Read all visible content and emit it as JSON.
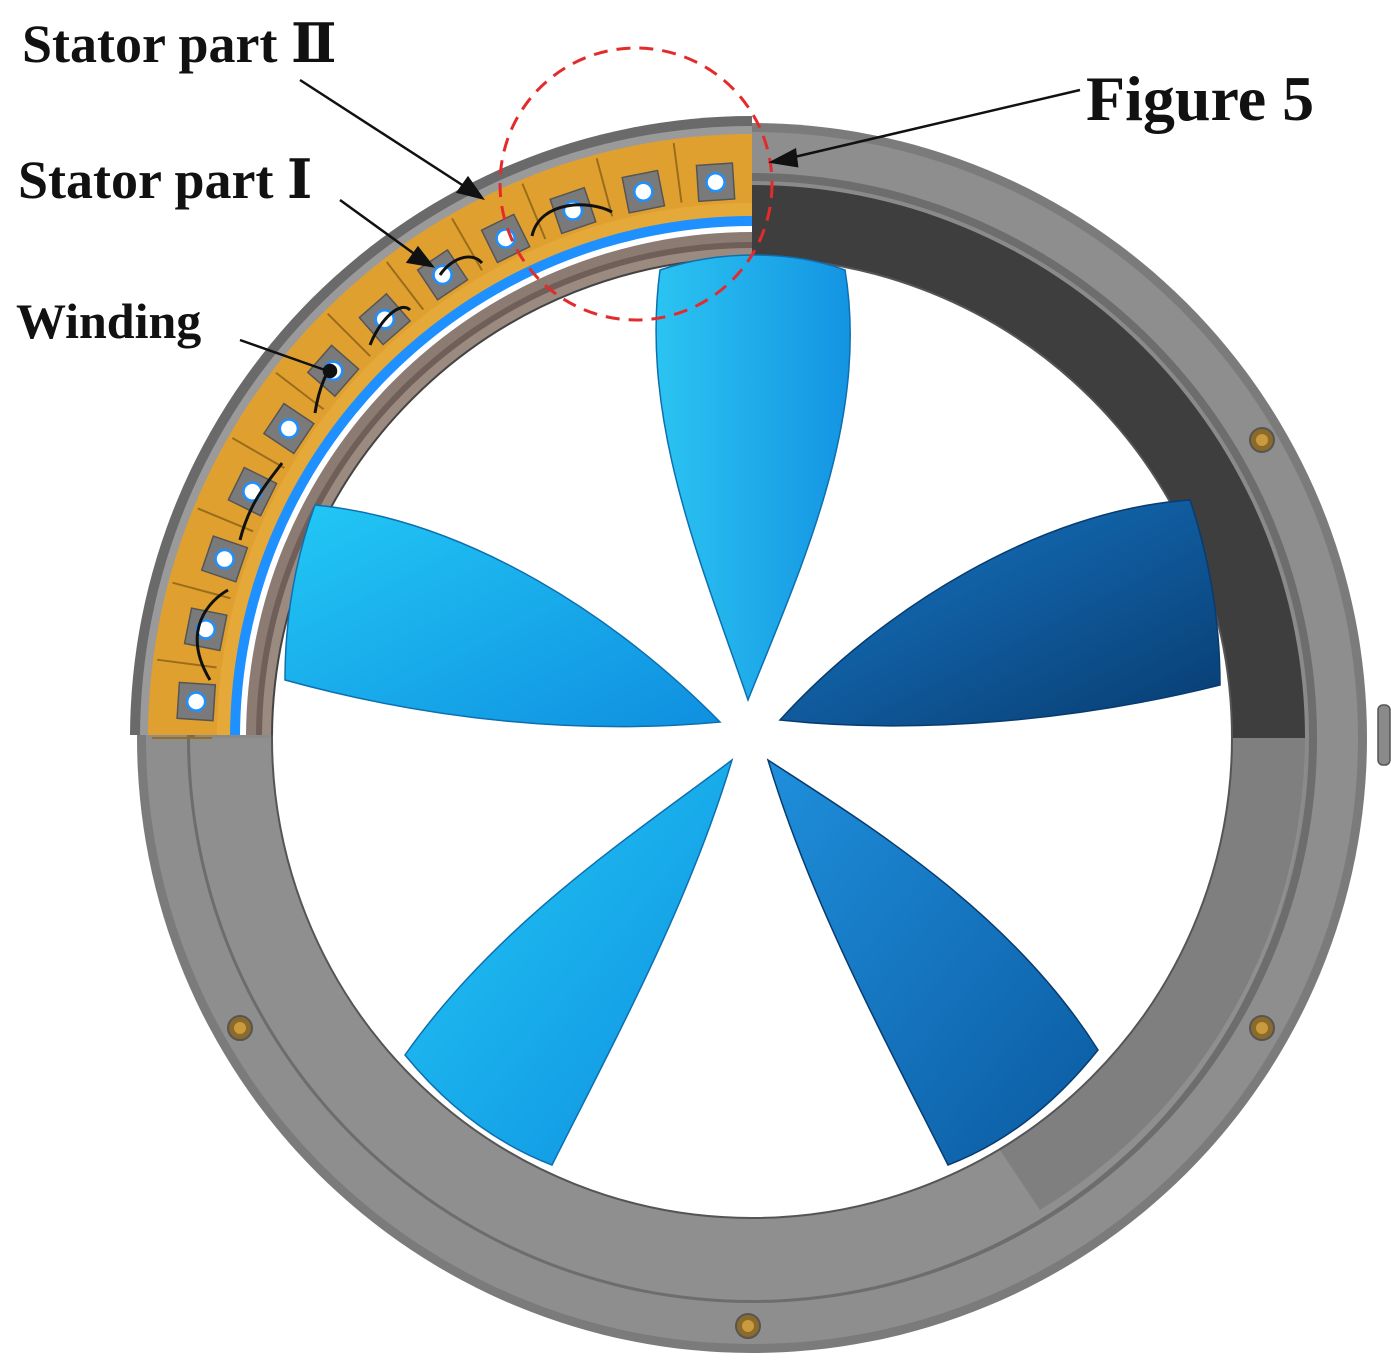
{
  "labels": {
    "stator_part_2": "Stator part Ⅱ",
    "stator_part_1": "Stator part Ⅰ",
    "winding": "Winding",
    "figure_ref": "Figure 5"
  },
  "colors": {
    "housing_outer": "#7d7d7d",
    "housing_light": "#9a9a9a",
    "housing_dark": "#3f3f3f",
    "stator_core": "#e0a030",
    "slot": "#7a7a7a",
    "air_gap_blue": "#1e90ff",
    "rotor_brown": "#8b7b72",
    "blade_light": "#19b6f0",
    "blade_dark": "#0a4c8a",
    "highlight_circle": "#e32b2b"
  },
  "blade_count": 5,
  "stator_slot_count": 12
}
